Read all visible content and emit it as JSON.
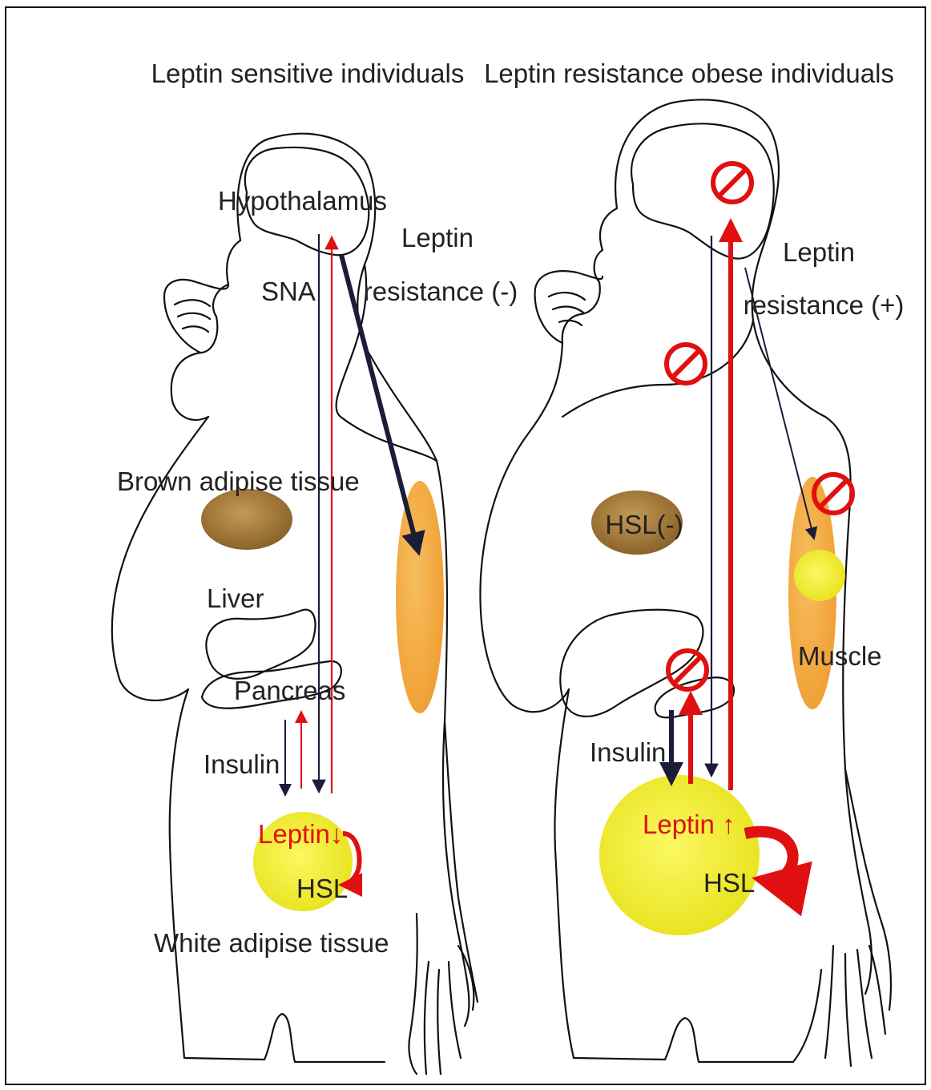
{
  "left_panel": {
    "title": "Leptin sensitive individuals",
    "hypothalamus": "Hypothalamus",
    "sna": "SNA",
    "resistance_line1": "Leptin",
    "resistance_line2": "resistance (-)",
    "brown_adipose": "Brown adipise tissue",
    "liver": "Liver",
    "pancreas": "Pancreas",
    "insulin": "Insulin",
    "leptin_level": "Leptin↓",
    "hsl": "HSL",
    "white_adipose": "White adipise tissue"
  },
  "right_panel": {
    "title": "Leptin resistance obese individuals",
    "resistance_line1": "Leptin",
    "resistance_line2": "resistance (+)",
    "brown_label": "HSL(-)",
    "muscle": "Muscle",
    "insulin": "Insulin",
    "leptin_level": "Leptin ↑",
    "hsl": "HSL"
  },
  "colors": {
    "red": "#e01010",
    "navy": "#1a1d3a",
    "brown_tissue": "#a07a3c",
    "yellow_fat": "#f2ee2a",
    "muscle_orange": "#f2a640"
  }
}
